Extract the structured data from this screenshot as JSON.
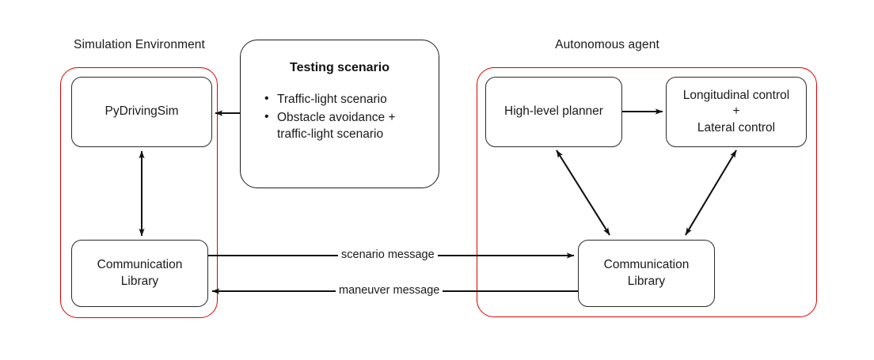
{
  "diagram": {
    "title_left": "Simulation Environment",
    "title_right": "Autonomous agent",
    "accent_color": "#e00000",
    "line_color": "#111111",
    "background": "#ffffff"
  },
  "simulation_environment": {
    "label": "Simulation Environment",
    "nodes": [
      {
        "id": "pydrivingsim",
        "lines": [
          "PyDrivingSim"
        ]
      },
      {
        "id": "comm-library-left",
        "lines": [
          "Communication",
          "Library"
        ]
      }
    ]
  },
  "testing_scenario": {
    "title": "Testing scenario",
    "items": [
      {
        "line1": "Traffic-light scenario",
        "line2": ""
      },
      {
        "line1": "Obstacle avoidance +",
        "line2": "traffic-light scenario"
      }
    ]
  },
  "autonomous_agent": {
    "label": "Autonomous agent",
    "nodes": [
      {
        "id": "high-level-planner",
        "lines": [
          "High-level planner"
        ]
      },
      {
        "id": "control-block",
        "lines": [
          "Longitudinal control",
          "+",
          "Lateral control"
        ]
      },
      {
        "id": "comm-library-right",
        "lines": [
          "Communication",
          "Library"
        ]
      }
    ]
  },
  "edges": [
    {
      "id": "scenario-message",
      "label": "scenario message",
      "direction": "left-to-right"
    },
    {
      "id": "maneuver-message",
      "label": "maneuver message",
      "direction": "right-to-left"
    }
  ]
}
